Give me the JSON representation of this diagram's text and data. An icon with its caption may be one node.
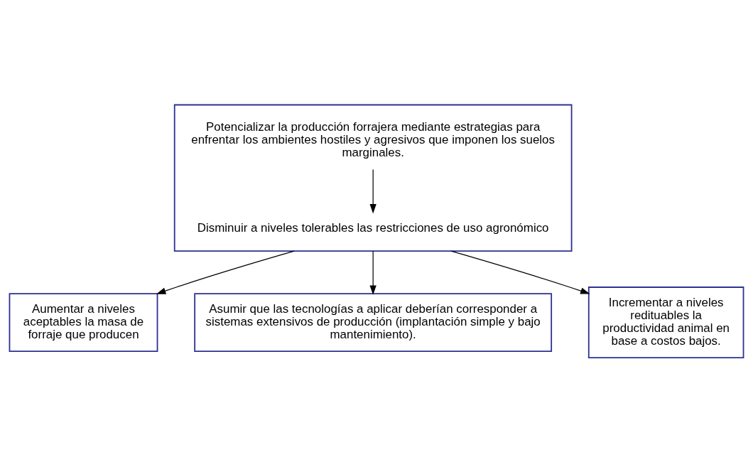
{
  "diagram": {
    "nodes": [
      {
        "text": [],
        "shape": "box"
      },
      {
        "text": [
          "Potencializar la producción forrajera mediante estrategias para enfrentar los ambientes hostiles y agresivos que imponen los suelos marginales."
        ],
        "in": 0
      },
      {
        "text": [
          "Disminuir a niveles tolerables las restricciones de uso agronómico"
        ],
        "in": 0
      },
      {
        "text": [
          "Aumentar a niveles aceptables la masa de forraje que producen"
        ]
      },
      {
        "text": [
          "Incrementar a niveles redituables la productividad animal en base a costos bajos."
        ]
      },
      {
        "text": [
          "Asumir que las tecnologías a aplicar deberían corresponder a sistemas extensivos de producción (implantación simple y bajo mantenimiento)."
        ]
      }
    ],
    "edges": [
      {
        "from": 1,
        "to": 2,
        "arrow": "to"
      },
      {
        "from": 2,
        "to": 3,
        "arrow": "to"
      },
      {
        "from": 2,
        "to": 5,
        "arrow": "to"
      },
      {
        "from": 2,
        "to": 4,
        "arrow": "to"
      }
    ]
  }
}
